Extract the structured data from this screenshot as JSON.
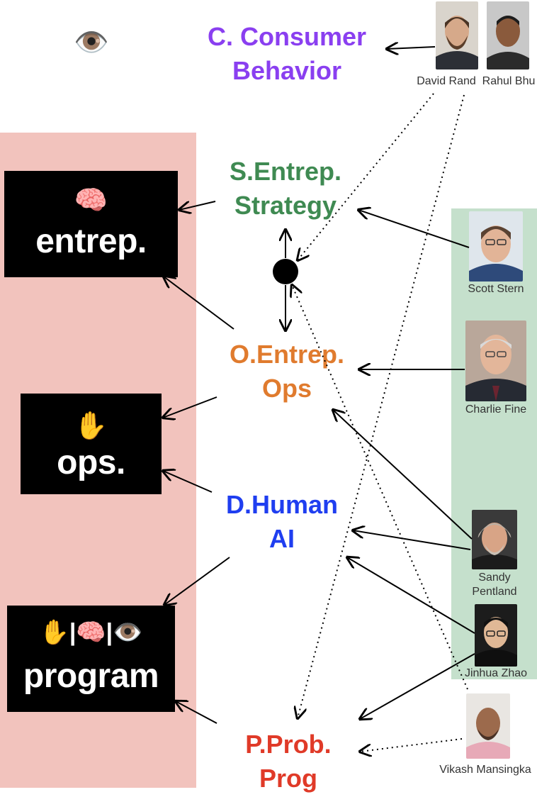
{
  "icons": {
    "eye": "👁️",
    "brain": "🧠",
    "hand": "✋"
  },
  "categories": {
    "entrep": {
      "emoji": "🧠",
      "label": "entrep."
    },
    "ops": {
      "emoji": "✋",
      "label": "ops."
    },
    "program": {
      "emoji": "✋|🧠|👁️",
      "label": "program"
    }
  },
  "topics": {
    "consumer": {
      "line1": "C. Consumer",
      "line2": "Behavior",
      "color": "#8a3ff0"
    },
    "strategy": {
      "line1": "S.Entrep.",
      "line2": "Strategy",
      "color": "#3f8a52"
    },
    "ops": {
      "line1": "O.Entrep.",
      "line2": "Ops",
      "color": "#e07b2e"
    },
    "human_ai": {
      "line1": "D.Human",
      "line2": "AI",
      "color": "#1f3ef0"
    },
    "prob_prog": {
      "line1": "P.Prob.",
      "line2": "Prog",
      "color": "#e03a28"
    }
  },
  "people": {
    "david_rand": {
      "name": "David Rand"
    },
    "rahul_bhu": {
      "name": "Rahul Bhu"
    },
    "scott_stern": {
      "name": "Scott Stern"
    },
    "charlie_fine": {
      "name": "Charlie Fine"
    },
    "sandy_pentland": {
      "name_line1": "Sandy",
      "name_line2": "Pentland"
    },
    "jinhua_zhao": {
      "name": "Jinhua Zhao"
    },
    "vikash_mansingka": {
      "name": "Vikash Mansingka"
    }
  },
  "colors": {
    "left_panel": "#f2c3bd",
    "right_panel": "#c5e0cc"
  }
}
